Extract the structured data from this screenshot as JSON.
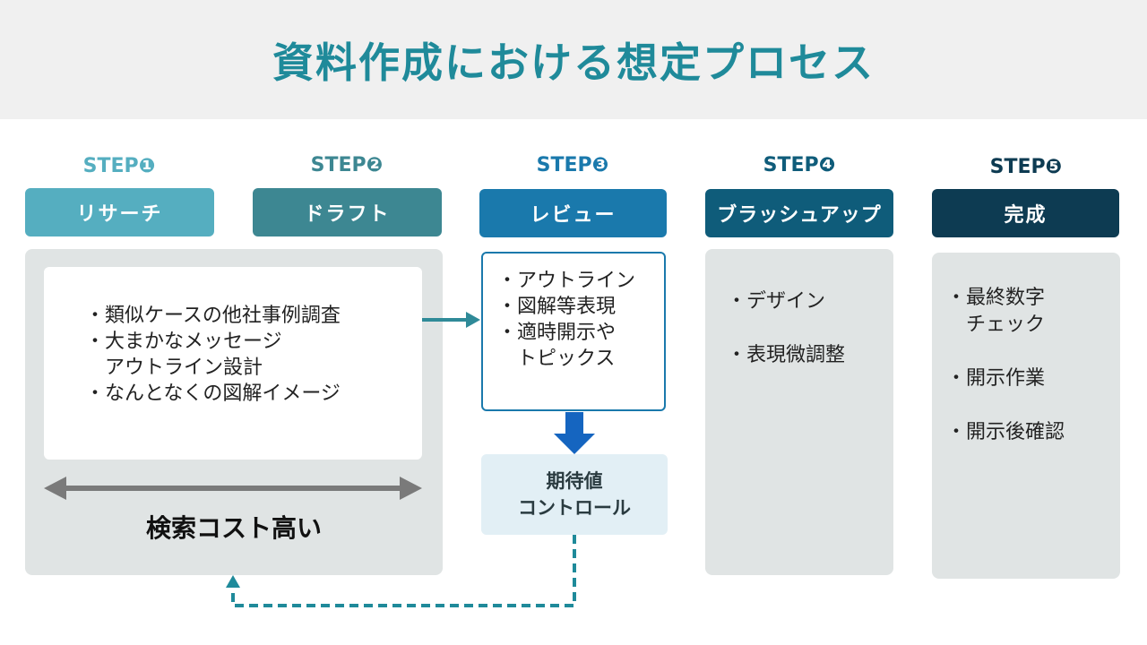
{
  "title": "資料作成における想定プロセス",
  "steps": [
    {
      "label": "STEP❶",
      "name": "リサーチ"
    },
    {
      "label": "STEP❷",
      "name": "ドラフト"
    },
    {
      "label": "STEP❸",
      "name": "レビュー"
    },
    {
      "label": "STEP❹",
      "name": "ブラッシュアップ"
    },
    {
      "label": "STEP❺",
      "name": "完成"
    }
  ],
  "research_items": [
    "類似ケースの他社事例調査",
    "大まかなメッセージ\nアウトライン設計",
    "なんとなくの図解イメージ"
  ],
  "cost_label": "検索コスト高い",
  "review_items": [
    "アウトライン",
    "図解等表現",
    "適時開示や\nトピックス"
  ],
  "expectation": {
    "line1": "期待値",
    "line2": "コントロール"
  },
  "brushup_items": [
    "デザイン",
    "表現微調整"
  ],
  "complete_items": [
    "最終数字\nチェック",
    "開示作業",
    "開示後確認"
  ],
  "colors": {
    "title": "#1f8a9a",
    "step1": "#55aec0",
    "step2": "#3d8792",
    "step3": "#1a79ac",
    "step4": "#0f5c7a",
    "step5": "#0d3b52",
    "panel": "#e0e4e4",
    "arrow_gray": "#7a7a7a",
    "arrow_teal": "#2f8a98",
    "arrow_blue": "#1565c0",
    "dashed": "#1f8a9a"
  }
}
